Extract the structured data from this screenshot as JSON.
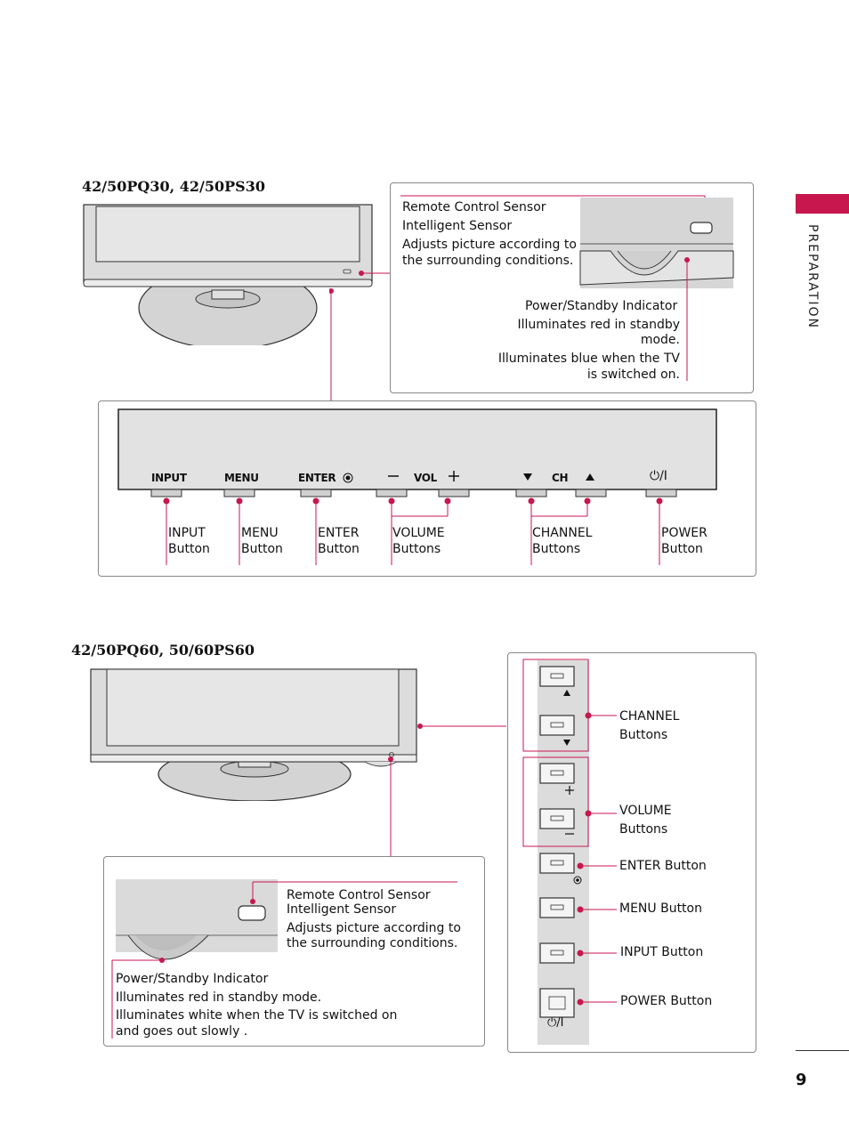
{
  "section_tab": "PREPARATION",
  "page_number": "9",
  "top": {
    "model_title": "42/50PQ30, 42/50PS30",
    "sensor_title_1": "Remote Control Sensor",
    "sensor_title_2": "Intelligent Sensor",
    "sensor_desc_1": "Adjusts picture according to",
    "sensor_desc_2": "the surrounding conditions.",
    "indicator_title": "Power/Standby Indicator",
    "indicator_desc_1": "Illuminates red in standby",
    "indicator_desc_2": "mode.",
    "indicator_desc_3": "Illuminates blue when the TV",
    "indicator_desc_4": "is switched on.",
    "panel_labels": {
      "input": "INPUT",
      "menu": "MENU",
      "enter": "ENTER",
      "vol": "VOL",
      "ch": "CH",
      "power_symbol": "⏻/I"
    },
    "callouts": [
      {
        "line1": "INPUT",
        "line2": "Button"
      },
      {
        "line1": "MENU",
        "line2": "Button"
      },
      {
        "line1": "ENTER",
        "line2": "Button"
      },
      {
        "line1": "VOLUME",
        "line2": "Buttons"
      },
      {
        "line1": "CHANNEL",
        "line2": "Buttons"
      },
      {
        "line1": "POWER",
        "line2": "Button"
      }
    ]
  },
  "bottom": {
    "model_title": "42/50PQ60, 50/60PS60",
    "sensor_title_1": "Remote Control Sensor",
    "sensor_title_2": "Intelligent Sensor",
    "sensor_desc_1": "Adjusts picture according to",
    "sensor_desc_2": "the surrounding conditions.",
    "indicator_title": "Power/Standby Indicator",
    "indicator_desc_1": "Illuminates red in standby mode.",
    "indicator_desc_2": "Illuminates white when the TV is switched on",
    "indicator_desc_3": "and goes out slowly .",
    "side_callouts": {
      "channel_1": "CHANNEL",
      "channel_2": "Buttons",
      "volume_1": "VOLUME",
      "volume_2": "Buttons",
      "enter": "ENTER Button",
      "menu": "MENU Button",
      "input": "INPUT Button",
      "power": "POWER Button"
    },
    "power_symbol": "⏻/I"
  },
  "colors": {
    "accent": "#c8174e",
    "border": "#888888",
    "gray": "#d9d9d9"
  }
}
